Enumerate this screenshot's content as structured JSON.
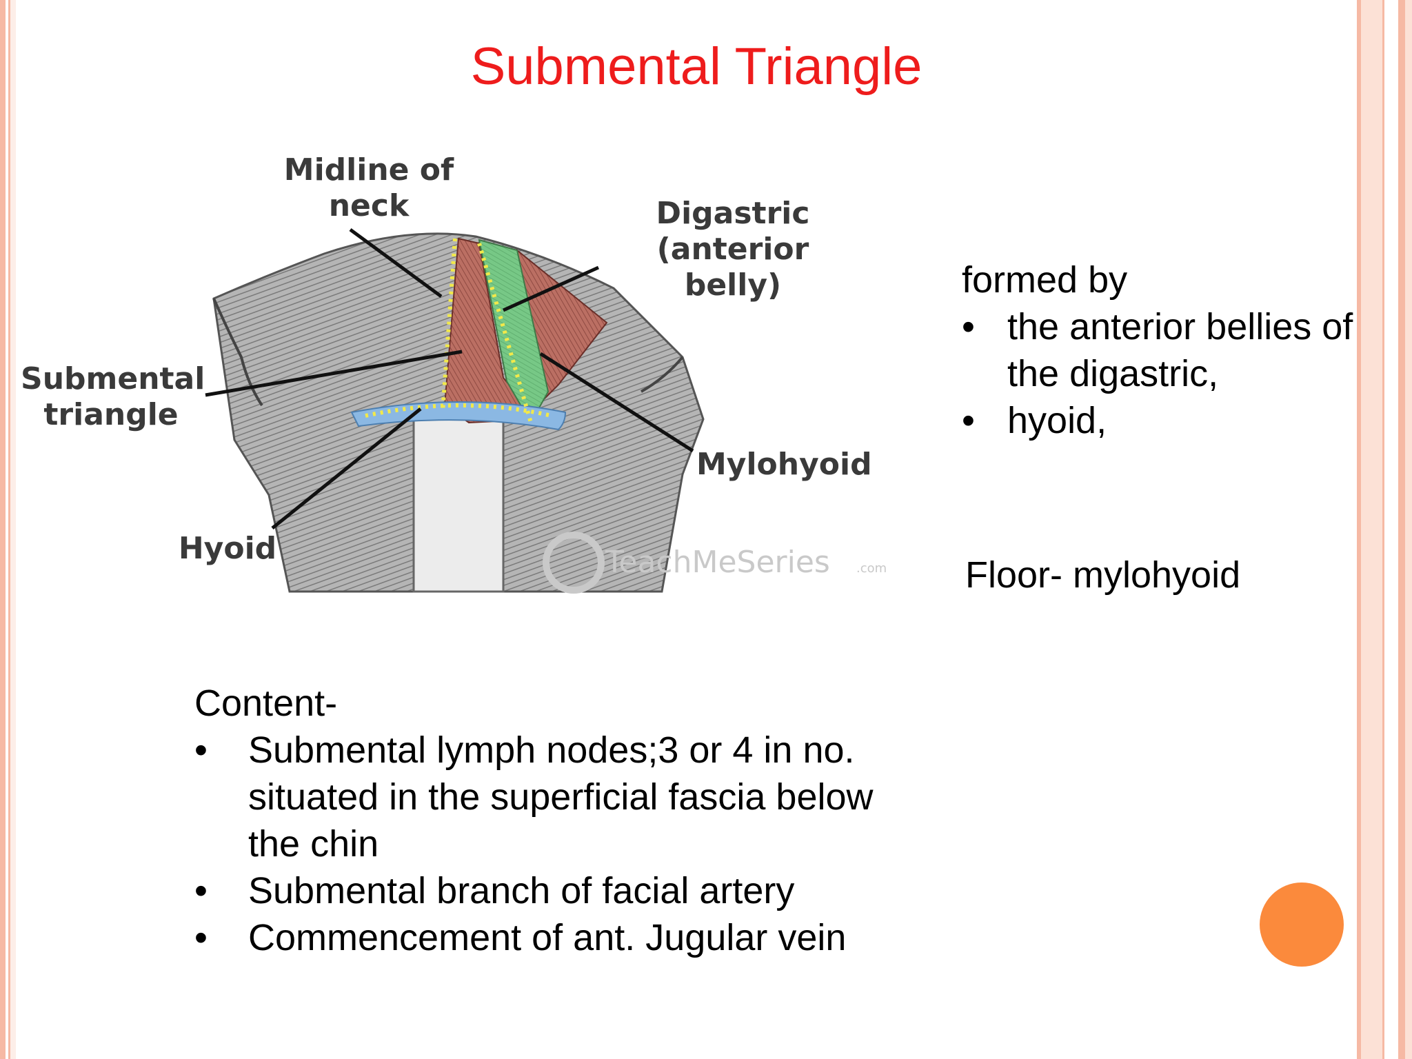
{
  "slide": {
    "title": "Submental Triangle",
    "accent_color": "#ee1c1c",
    "decor_color": "#fb8a3c"
  },
  "figure": {
    "labels": {
      "midline": "Midline of\nneck",
      "digastric": "Digastric\n(anterior belly)",
      "submental": "Submental\ntriangle",
      "mylohyoid": "Mylohyoid",
      "hyoid": "Hyoid"
    },
    "watermark": "TeachMeSeries",
    "watermark_suffix": ".com",
    "colors": {
      "digastric": "#6dc17c",
      "mylohyoid": "#b5665c",
      "hyoid": "#7fb1e0",
      "outline": "#e8e050"
    }
  },
  "formed_by": {
    "heading": "formed by",
    "items": [
      "the anterior bellies of the digastric,",
      "hyoid,"
    ]
  },
  "floor": "Floor- mylohyoid",
  "content": {
    "heading": "Content-",
    "items": [
      "Submental lymph nodes;3 or 4 in no. situated in the superficial fascia below the chin",
      "Submental branch of facial artery",
      "Commencement of ant. Jugular vein"
    ]
  }
}
